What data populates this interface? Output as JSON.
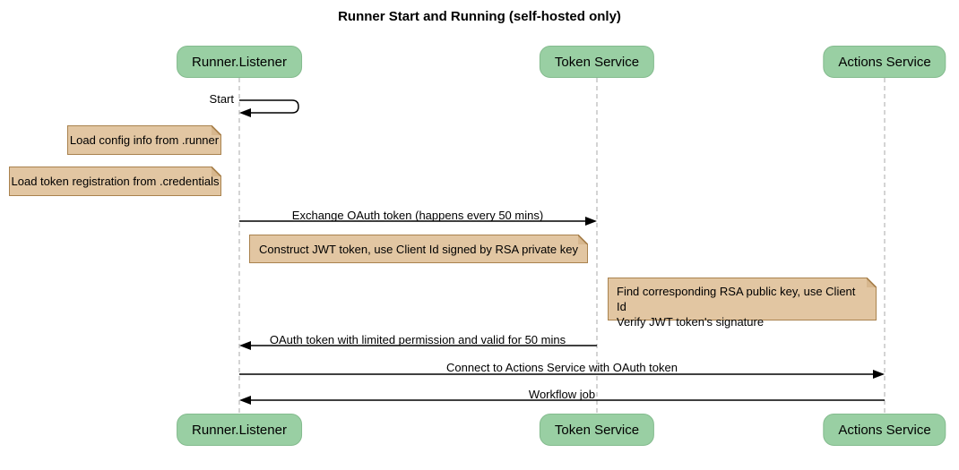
{
  "title": "Runner Start and Running (self-hosted only)",
  "diagram_type": "sequence",
  "actors": [
    {
      "id": "runner-listener",
      "label": "Runner.Listener"
    },
    {
      "id": "token-service",
      "label": "Token Service"
    },
    {
      "id": "actions-service",
      "label": "Actions Service"
    }
  ],
  "messages": [
    {
      "label": "Start",
      "from": "runner-listener",
      "to": "runner-listener",
      "type": "self",
      "arrow": "solid"
    },
    {
      "label": "Exchange OAuth token (happens every 50 mins)",
      "from": "runner-listener",
      "to": "token-service",
      "arrow": "solid"
    },
    {
      "label": "OAuth token with limited permission and valid for 50 mins",
      "from": "token-service",
      "to": "runner-listener",
      "arrow": "solid"
    },
    {
      "label": "Connect to Actions Service with OAuth token",
      "from": "runner-listener",
      "to": "actions-service",
      "arrow": "solid"
    },
    {
      "label": "Workflow job",
      "from": "actions-service",
      "to": "runner-listener",
      "arrow": "solid"
    }
  ],
  "notes": [
    {
      "label": "Load config info from .runner",
      "position": "left of runner-listener"
    },
    {
      "label": "Load token registration from .credentials",
      "position": "left of runner-listener"
    },
    {
      "label": "Construct JWT token, use Client Id signed by RSA private key",
      "position": "between runner-listener and token-service"
    },
    {
      "lines": [
        "Find corresponding RSA public key, use Client Id",
        "Verify JWT token's signature"
      ],
      "position": "right of token-service"
    }
  ],
  "colors": {
    "actor_fill": "#99cfa3",
    "actor_border": "#84bb8e",
    "note_fill": "#e2c6a2",
    "note_border": "#a9824e",
    "note_fold": "#d7b78e",
    "lifeline": "#a9a9a9",
    "line": "#000000",
    "text": "#000000",
    "background": "#ffffff"
  }
}
